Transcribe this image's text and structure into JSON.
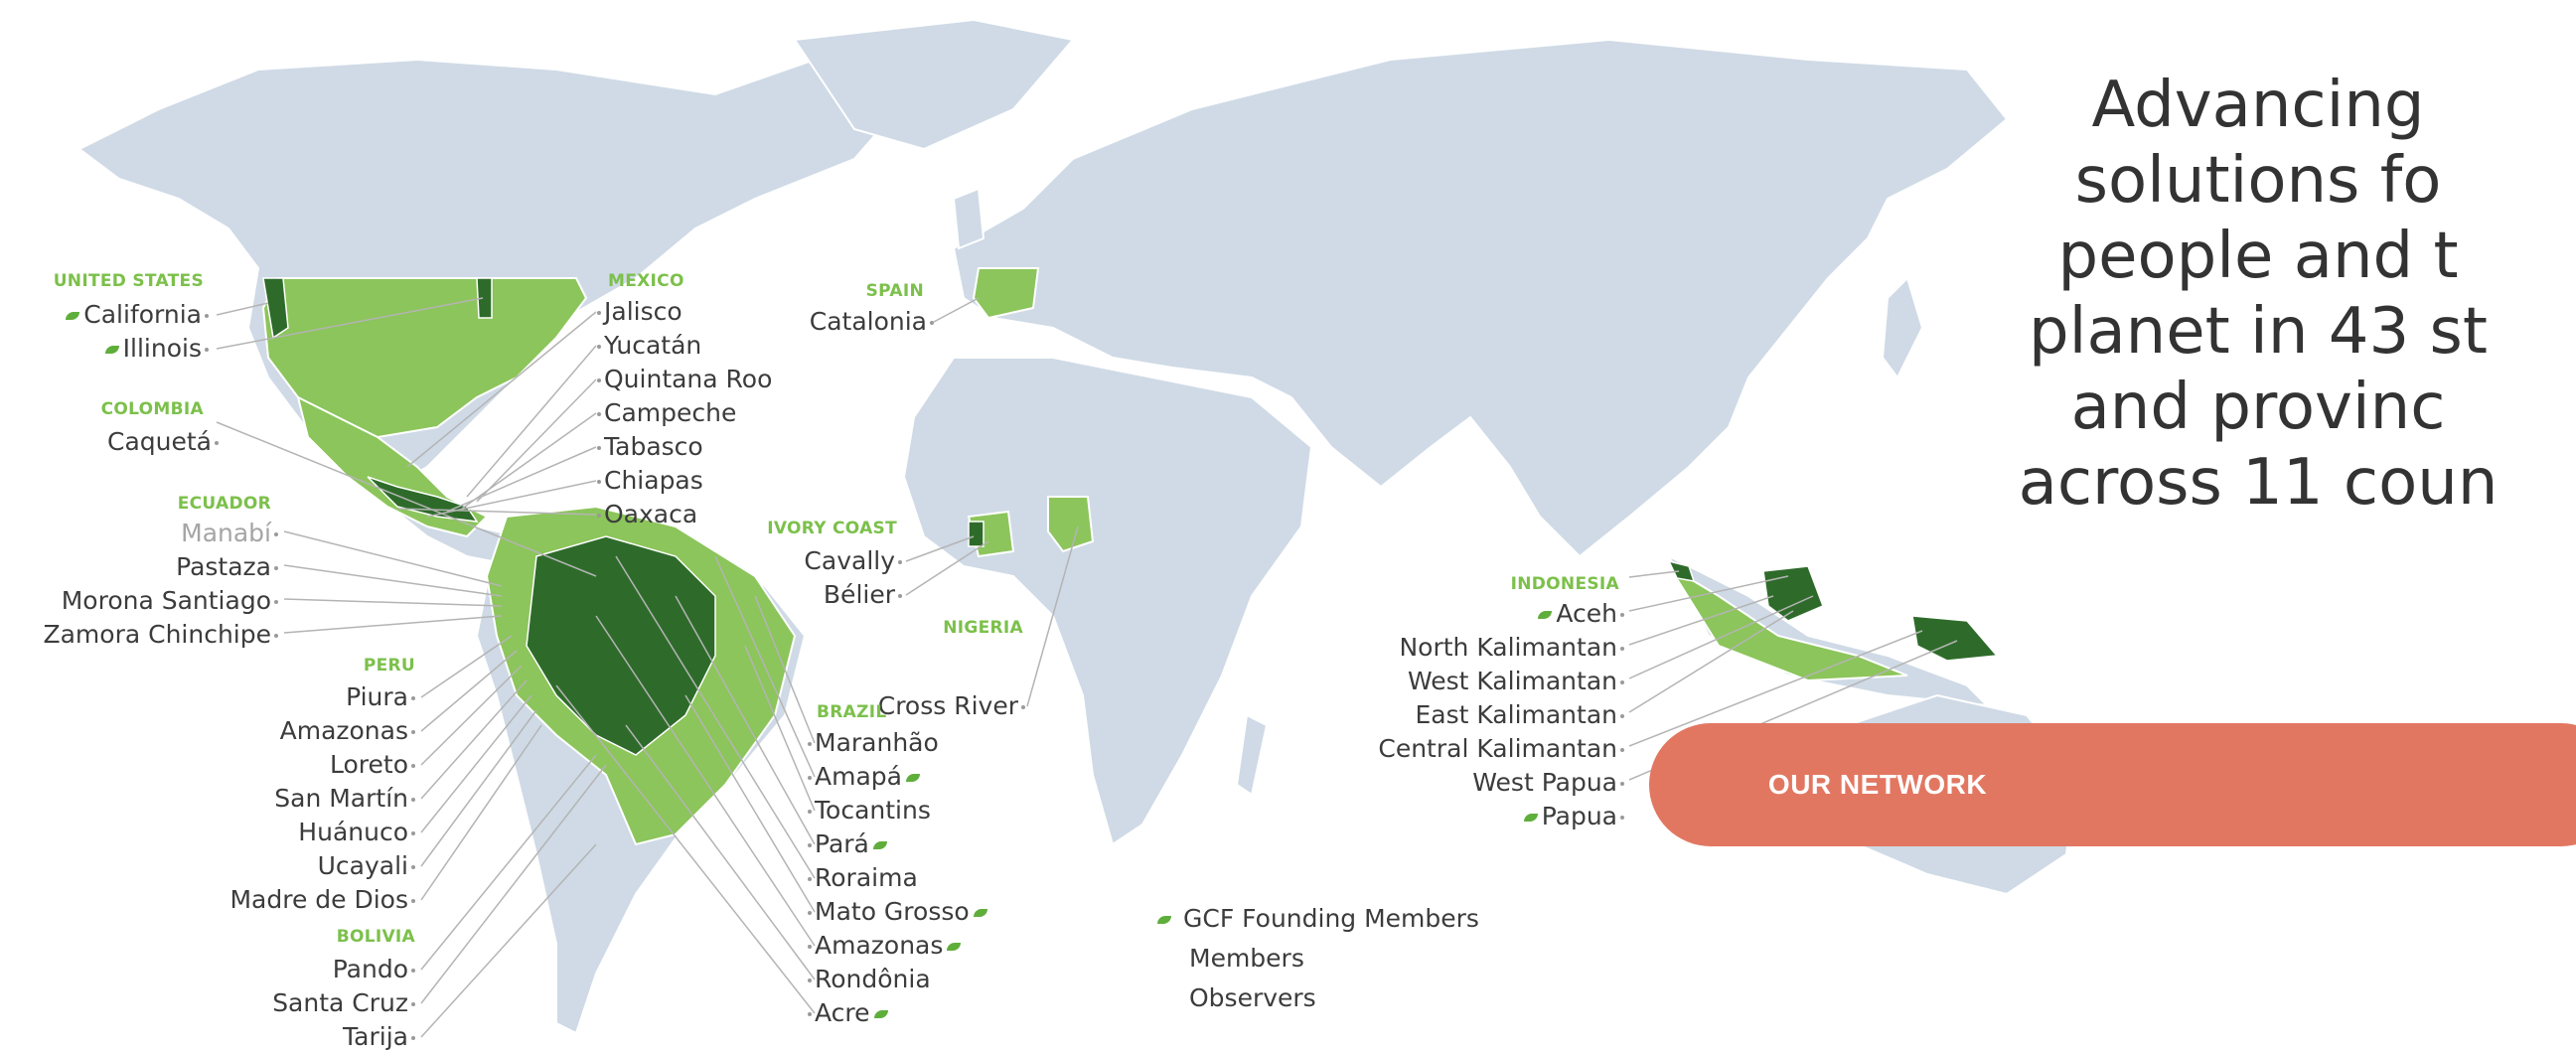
{
  "headline": {
    "lines": [
      "Advancing",
      "solutions fo",
      "people and t",
      "planet in 43 st",
      "and provinc",
      "across 11 coun"
    ]
  },
  "button": {
    "label": "OUR NETWORK"
  },
  "legend": {
    "founding": "GCF Founding Members",
    "members": "Members",
    "observers": "Observers"
  },
  "map": {
    "colors": {
      "land": "#cfdae6",
      "member": "#8cc55b",
      "founding": "#2e6b2a",
      "label_header": "#7cc04b",
      "button": "#e27761"
    },
    "countries": {
      "united_states": {
        "name": "UNITED STATES",
        "regions": [
          "California",
          "Illinois"
        ]
      },
      "colombia": {
        "name": "COLOMBIA",
        "regions": [
          "Caquetá"
        ]
      },
      "ecuador": {
        "name": "ECUADOR",
        "regions": [
          "Manabí",
          "Pastaza",
          "Morona Santiago",
          "Zamora Chinchipe"
        ]
      },
      "peru": {
        "name": "PERU",
        "regions": [
          "Piura",
          "Amazonas",
          "Loreto",
          "San Martín",
          "Huánuco",
          "Ucayali",
          "Madre de Dios"
        ]
      },
      "bolivia": {
        "name": "BOLIVIA",
        "regions": [
          "Pando",
          "Santa Cruz",
          "Tarija"
        ]
      },
      "mexico": {
        "name": "MEXICO",
        "regions": [
          "Jalisco",
          "Yucatán",
          "Quintana Roo",
          "Campeche",
          "Tabasco",
          "Chiapas",
          "Oaxaca"
        ]
      },
      "spain": {
        "name": "SPAIN",
        "regions": [
          "Catalonia"
        ]
      },
      "ivory_coast": {
        "name": "IVORY COAST",
        "regions": [
          "Cavally",
          "Bélier"
        ]
      },
      "nigeria": {
        "name": "NIGERIA",
        "regions": [
          "Cross River"
        ]
      },
      "brazil": {
        "name": "BRAZIL",
        "regions": [
          "Maranhão",
          "Amapá",
          "Tocantins",
          "Pará",
          "Roraima",
          "Mato Grosso",
          "Amazonas",
          "Rondônia",
          "Acre"
        ]
      },
      "indonesia": {
        "name": "INDONESIA",
        "regions": [
          "Aceh",
          "North Kalimantan",
          "West Kalimantan",
          "East Kalimantan",
          "Central Kalimantan",
          "West Papua",
          "Papua"
        ]
      }
    }
  }
}
